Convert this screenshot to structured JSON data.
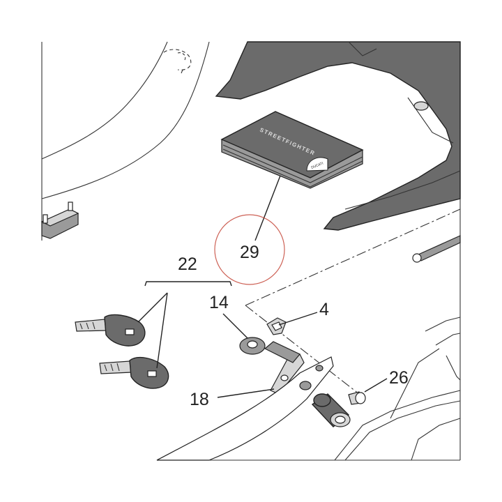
{
  "callouts": [
    {
      "id": "29",
      "label": "29"
    },
    {
      "id": "22",
      "label": "22"
    },
    {
      "id": "14",
      "label": "14"
    },
    {
      "id": "4",
      "label": "4"
    },
    {
      "id": "26",
      "label": "26"
    },
    {
      "id": "18",
      "label": "18"
    }
  ],
  "manual": {
    "cover_title": "STREETFIGHTER",
    "badge_text": "DUCATI"
  },
  "colors": {
    "line": "#222222",
    "dark_part": "#6b6b6b",
    "highlight_circle": "#c0392b"
  }
}
